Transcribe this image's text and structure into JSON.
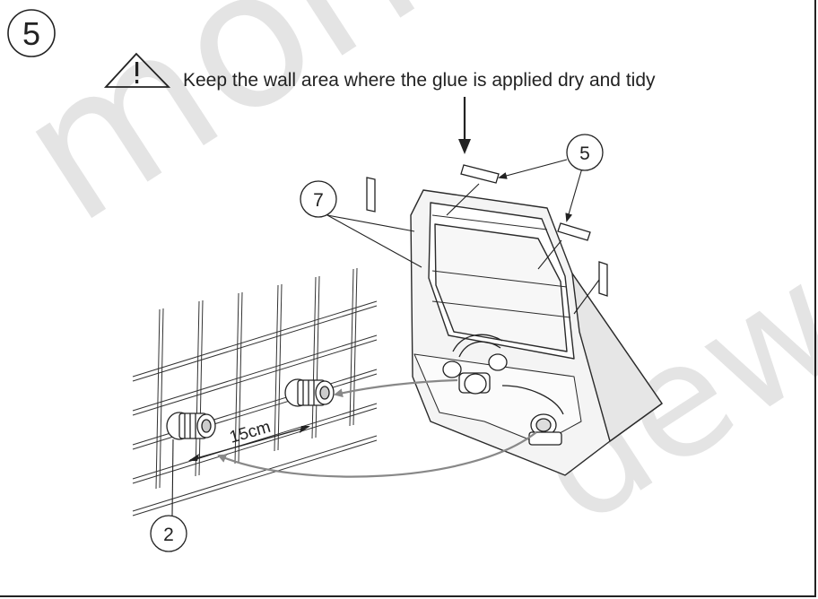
{
  "step_number": "5",
  "warning": {
    "icon": "warning-triangle-icon",
    "text": "Keep the wall area where the glue is applied dry and tidy"
  },
  "callouts": {
    "glue_strips": "5",
    "bracket": "7",
    "pipe_connector": "2"
  },
  "dimension": {
    "label": "15cm"
  },
  "watermark": {
    "top_left": "mondew",
    "bottom_right": "deway"
  }
}
